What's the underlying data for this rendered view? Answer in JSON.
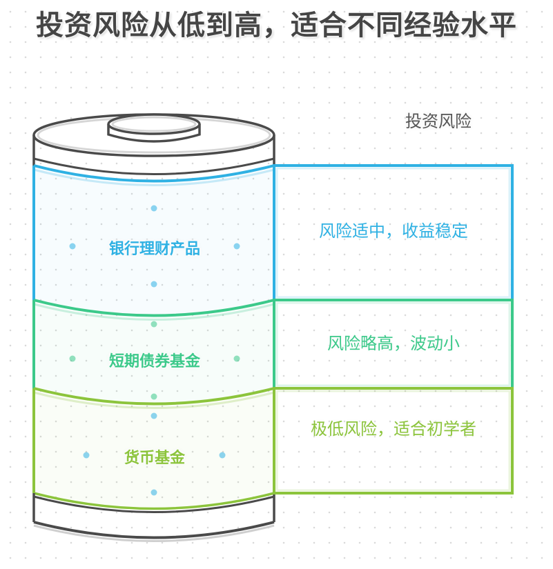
{
  "title": "投资风险从低到高，适合不同经验水平",
  "header_label": "投资风险",
  "colors": {
    "title": "#454545",
    "header": "#555555",
    "outline": "#4a4a4a",
    "bank": "#2fb1e3",
    "bond": "#3cc98a",
    "money": "#8cc43c"
  },
  "layers": [
    {
      "name": "银行理财产品",
      "description": "风险适中，收益稳定",
      "color": "#2fb1e3"
    },
    {
      "name": "短期债券基金",
      "description": "风险略高，波动小",
      "color": "#3cc98a"
    },
    {
      "name": "货币基金",
      "description": "极低风险，适合初学者",
      "color": "#8cc43c"
    }
  ]
}
